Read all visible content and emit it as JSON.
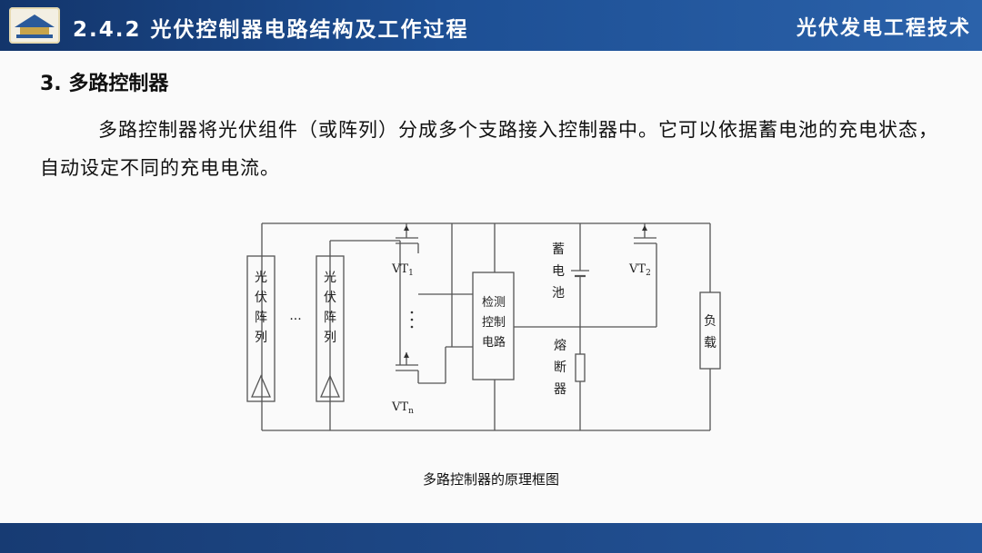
{
  "header": {
    "title": "2.4.2 光伏控制器电路结构及工作过程",
    "course": "光伏发电工程技术"
  },
  "section": {
    "title": "3. 多路控制器",
    "paragraph": "多路控制器将光伏组件（或阵列）分成多个支路接入控制器中。它可以依据蓄电池的充电状态，自动设定不同的充电电流。"
  },
  "diagram": {
    "pv_array_label": [
      "光",
      "伏",
      "阵",
      "列"
    ],
    "dots_label": "···",
    "vt1_label": "VT",
    "vt1_sub": "1",
    "vtn_label": "VT",
    "vtn_sub": "n",
    "vt2_label": "VT",
    "vt2_sub": "2",
    "detect_label": [
      "检测",
      "控制",
      "电路"
    ],
    "battery_label": [
      "蓄",
      "电",
      "池"
    ],
    "fuse_label": [
      "熔",
      "断",
      "器"
    ],
    "load_label": [
      "负",
      "载"
    ],
    "caption": "多路控制器的原理框图"
  }
}
